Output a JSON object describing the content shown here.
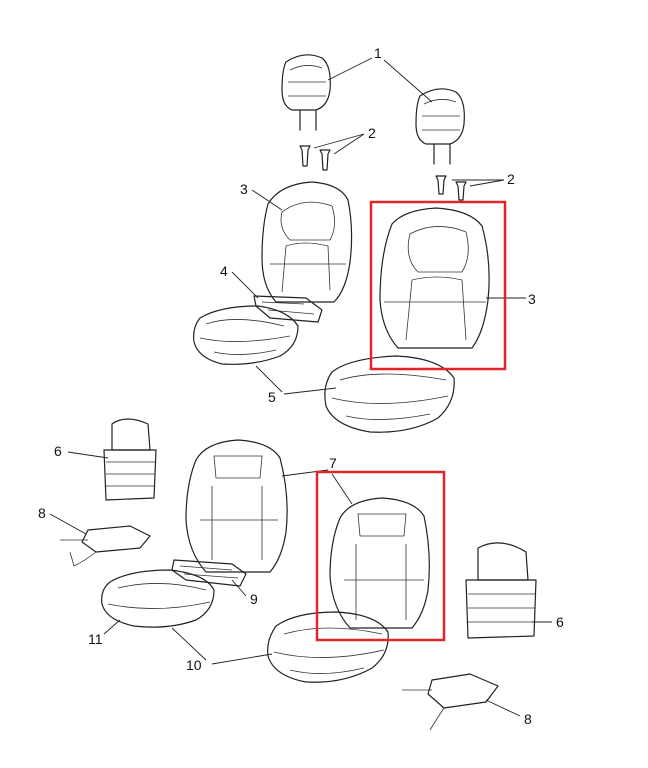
{
  "callouts": {
    "c1": "1",
    "c2a": "2",
    "c2b": "2",
    "c3a": "3",
    "c3b": "3",
    "c4": "4",
    "c5": "5",
    "c6a": "6",
    "c6b": "6",
    "c7": "7",
    "c8a": "8",
    "c8b": "8",
    "c9": "9",
    "c10": "10",
    "c11": "11"
  },
  "colors": {
    "highlight": "#e0262b",
    "line": "#222222"
  }
}
